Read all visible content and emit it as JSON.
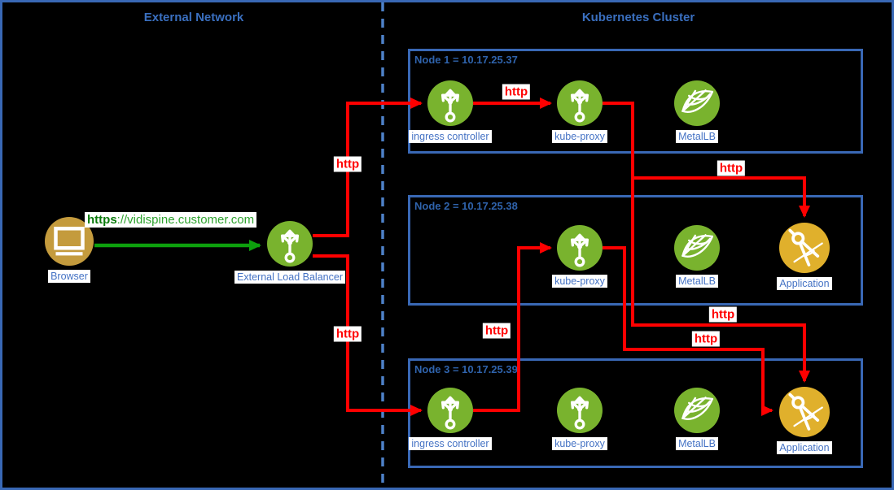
{
  "sections": {
    "external": {
      "title": "External Network"
    },
    "cluster": {
      "title": "Kubernetes Cluster"
    }
  },
  "external": {
    "browser": {
      "label": "Browser"
    },
    "load_balancer": {
      "label": "External Load Balancer"
    },
    "request": {
      "scheme": "https",
      "url_rest": "://vidispine.customer.com"
    }
  },
  "nodes": [
    {
      "title": "Node 1 = 10.17.25.37",
      "components": [
        {
          "label": "ingress controller",
          "icon": "load-balancer-branch-icon",
          "color": "#79B32E"
        },
        {
          "label": "kube-proxy",
          "icon": "load-balancer-branch-icon",
          "color": "#79B32E"
        },
        {
          "label": "MetalLB",
          "icon": "metallb-net-icon",
          "color": "#79B32E"
        }
      ]
    },
    {
      "title": "Node 2 = 10.17.25.38",
      "components": [
        {
          "label": "kube-proxy",
          "icon": "load-balancer-branch-icon",
          "color": "#79B32E"
        },
        {
          "label": "MetalLB",
          "icon": "metallb-net-icon",
          "color": "#79B32E"
        },
        {
          "label": "Application",
          "icon": "application-compass-icon",
          "color": "#E0B02C"
        }
      ]
    },
    {
      "title": "Node 3 = 10.17.25.39",
      "components": [
        {
          "label": "ingress controller",
          "icon": "load-balancer-branch-icon",
          "color": "#79B32E"
        },
        {
          "label": "kube-proxy",
          "icon": "load-balancer-branch-icon",
          "color": "#79B32E"
        },
        {
          "label": "MetalLB",
          "icon": "metallb-net-icon",
          "color": "#79B32E"
        },
        {
          "label": "Application",
          "icon": "application-compass-icon",
          "color": "#E0B02C"
        }
      ]
    }
  ],
  "connectors": [
    {
      "from": "browser",
      "to": "external-load-balancer",
      "label": "https://vidispine.customer.com",
      "color": "#0DA00D"
    },
    {
      "from": "external-load-balancer",
      "to": "node1-ingress-controller",
      "label": "http",
      "color": "#FF0000"
    },
    {
      "from": "external-load-balancer",
      "to": "node3-ingress-controller",
      "label": "http",
      "color": "#FF0000"
    },
    {
      "from": "node1-ingress-controller",
      "to": "node1-kube-proxy",
      "label": "http",
      "color": "#FF0000"
    },
    {
      "from": "node1-kube-proxy",
      "to": "node2-application",
      "label": "http",
      "color": "#FF0000"
    },
    {
      "from": "node1-kube-proxy",
      "to": "node3-application",
      "label": "http",
      "color": "#FF0000"
    },
    {
      "from": "node2-kube-proxy",
      "to": "node3-application",
      "label": "http",
      "color": "#FF0000"
    },
    {
      "from": "node3-ingress-controller",
      "to": "node2-kube-proxy",
      "label": "http",
      "color": "#FF0000"
    }
  ],
  "colors": {
    "background": "#000000",
    "border_blue": "#3968B5",
    "divider_blue": "#4E81C8",
    "title_blue": "#3A6FBF",
    "label_blue": "#4472C4",
    "connector_red": "#FF0000",
    "connector_green": "#0DA00D",
    "component_green": "#79B32E",
    "application_yellow": "#E0B02C",
    "browser_gold": "#C49B3D"
  }
}
